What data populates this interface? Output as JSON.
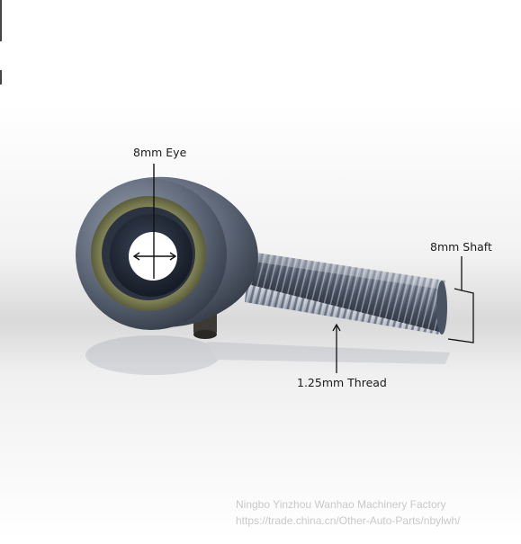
{
  "labels": {
    "eye": "8mm Eye",
    "shaft": "8mm Shaft",
    "thread": "1.25mm Thread"
  },
  "watermark": {
    "line1": "Ningbo Yinzhou Wanhao Machinery Factory",
    "line2": "https://trade.china.cn/Other-Auto-Parts/nbylwh/"
  },
  "colors": {
    "metal": "#6a7585",
    "bearing_ring": "#8a8f62",
    "background": "#ffffff"
  }
}
